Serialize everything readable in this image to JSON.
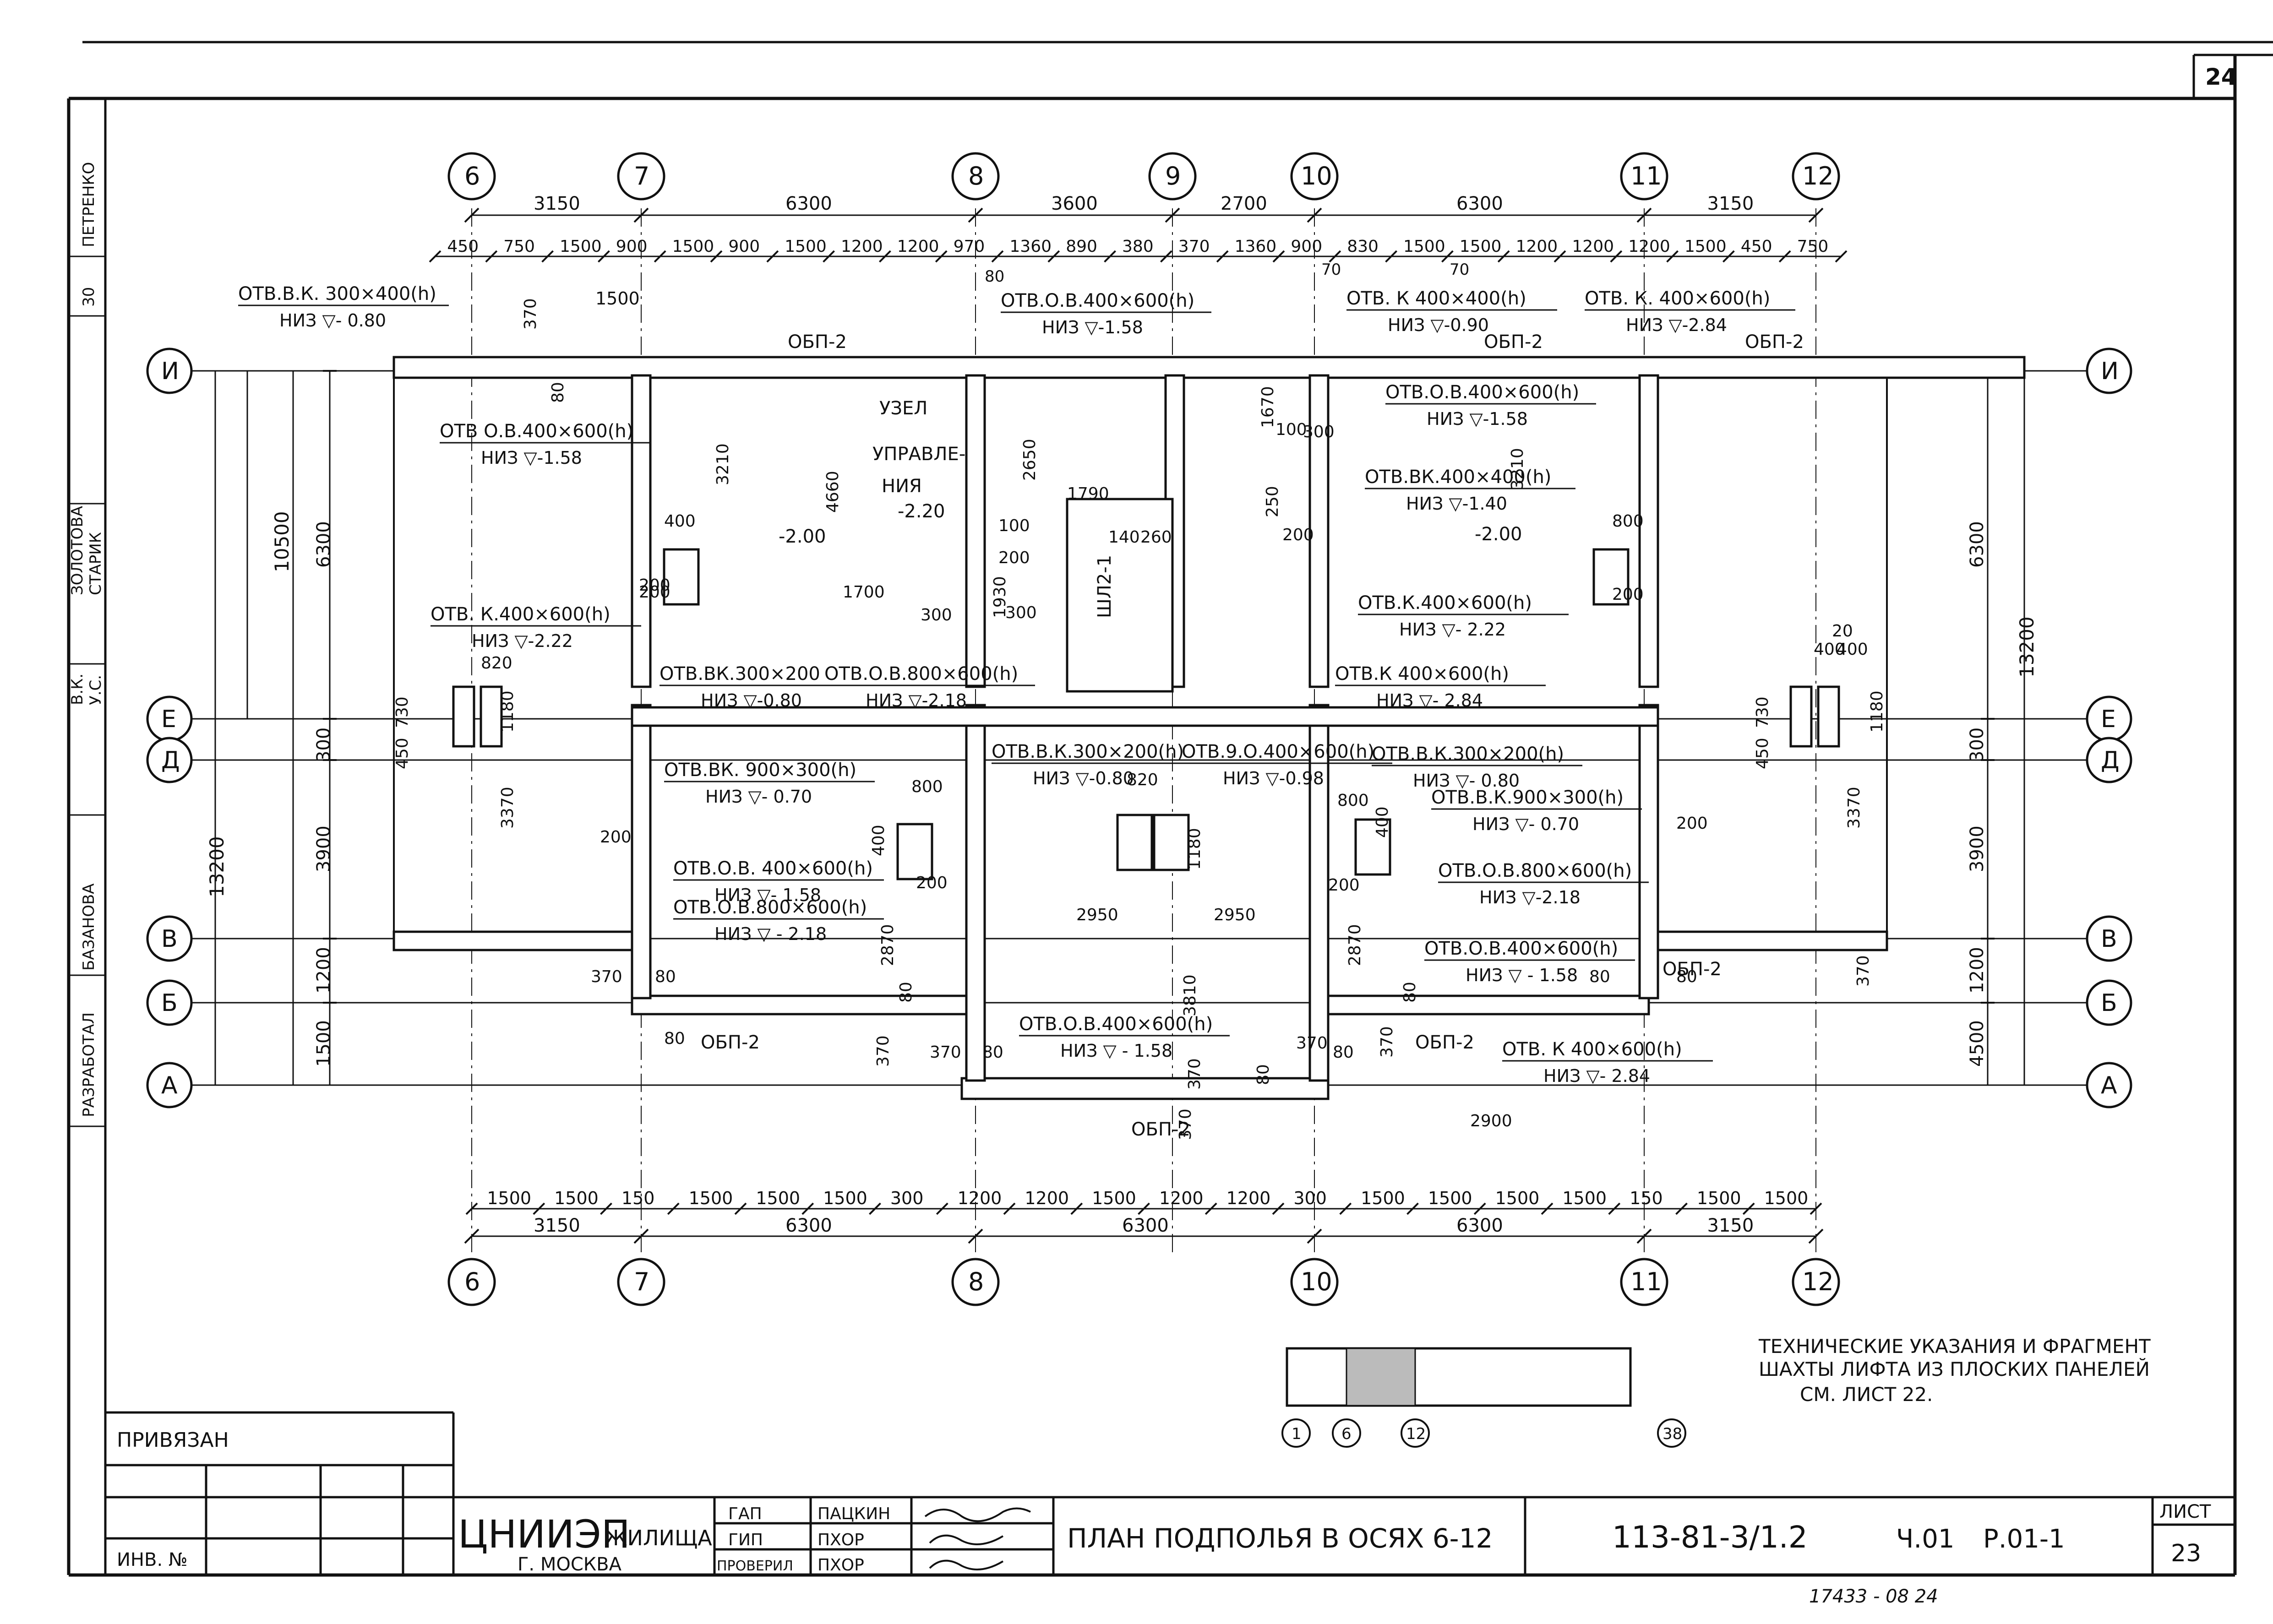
{
  "sheet_corner_number": "24",
  "axes": {
    "top": [
      "6",
      "7",
      "8",
      "9",
      "10",
      "11",
      "12"
    ],
    "bottom": [
      "6",
      "7",
      "8",
      "10",
      "11",
      "12"
    ],
    "rows_left": [
      "И",
      "Е",
      "Д",
      "В",
      "Б",
      "А"
    ],
    "rows_right": [
      "И",
      "Е",
      "Д",
      "В",
      "Б",
      "А"
    ]
  },
  "top_dims_main": [
    "3150",
    "6300",
    "3600",
    "2700",
    "6300",
    "3150"
  ],
  "top_dims_detail": [
    "450",
    "750",
    "1500",
    "900",
    "1500",
    "900",
    "1500",
    "1200",
    "1200",
    "970",
    "1360",
    "890",
    "380",
    "370",
    "1360",
    "900",
    "830",
    "1500",
    "1500",
    "1200",
    "1200",
    "1200",
    "1500",
    "450",
    "750"
  ],
  "top_dims_small": [
    "1500",
    "80",
    "70",
    "70"
  ],
  "bottom_dims_detail": [
    "1500",
    "1500",
    "150",
    "1500",
    "1500",
    "1500",
    "300",
    "1200",
    "1200",
    "1500",
    "1200",
    "1200",
    "300",
    "1500",
    "1500",
    "1500",
    "1500",
    "150",
    "1500",
    "1500"
  ],
  "bottom_dims_main": [
    "3150",
    "6300",
    "6300",
    "6300",
    "3150"
  ],
  "left_dims_outer": [
    "10500",
    "13200"
  ],
  "left_dims_inner": [
    "6300",
    "300",
    "3900",
    "1200",
    "1500"
  ],
  "right_dims_outer": [
    "13200"
  ],
  "right_dims_inner": [
    "6300",
    "300",
    "3900",
    "1200",
    "4500"
  ],
  "openings": [
    {
      "label": "ОТВ.В.К. 300×400(h)",
      "level": "НИЗ ▽- 0.80"
    },
    {
      "label": "ОТВ.О.В.400×600(h)",
      "level": "НИЗ ▽-1.58"
    },
    {
      "label": "ОТВ. К 400×400(h)",
      "level": "НИЗ ▽-0.90"
    },
    {
      "label": "ОТВ. К. 400×600(h)",
      "level": "НИЗ ▽-2.84"
    },
    {
      "label": "ОТВ О.В.400×600(h)",
      "level": "НИЗ ▽-1.58"
    },
    {
      "label": "ОТВ.О.В.400×600(h)",
      "level": "НИЗ ▽-1.58"
    },
    {
      "label": "ОТВ.ВК.400×400(h)",
      "level": "НИЗ ▽-1.40"
    },
    {
      "label": "ОТВ. К.400×600(h)",
      "level": "НИЗ ▽-2.22"
    },
    {
      "label": "ОТВ.К.400×600(h)",
      "level": "НИЗ ▽- 2.22"
    },
    {
      "label": "ОТВ.ВК.300×200",
      "level": "НИЗ ▽-0.80"
    },
    {
      "label": "ОТВ.О.В.800×600(h)",
      "level": "НИЗ ▽-2.18"
    },
    {
      "label": "ОТВ.К 400×600(h)",
      "level": "НИЗ ▽- 2.84"
    },
    {
      "label": "ОТВ.ВК. 900×300(h)",
      "level": "НИЗ ▽- 0.70"
    },
    {
      "label": "ОТВ.В.К.300×200(h)",
      "level": "НИЗ ▽-0.80"
    },
    {
      "label": "ОТВ.9.О.400×600(h)",
      "level": "НИЗ ▽-0.98"
    },
    {
      "label": "ОТВ.В.К.300×200(h)",
      "level": "НИЗ ▽- 0.80"
    },
    {
      "label": "ОТВ.В.К.900×300(h)",
      "level": "НИЗ ▽- 0.70"
    },
    {
      "label": "ОТВ.О.В.800×600(h)",
      "level": "НИЗ ▽-2.18"
    },
    {
      "label": "ОТВ.О.В. 400×600(h)",
      "level": "НИЗ ▽- 1.58"
    },
    {
      "label": "ОТВ.О.В.800×600(h)",
      "level": "НИЗ ▽ - 2.18"
    },
    {
      "label": "ОТВ.О.В.400×600(h)",
      "level": "НИЗ ▽ - 1.58"
    },
    {
      "label": "ОТВ.О.В.400×600(h)",
      "level": "НИЗ ▽ - 1.58"
    },
    {
      "label": "ОТВ. К 400×600(h)",
      "level": "НИЗ ▽- 2.84"
    }
  ],
  "room_labels": {
    "node_l1": "УЗЕЛ",
    "node_l2": "УПРАВЛЕ-",
    "node_l3": "НИЯ",
    "node_level": "-2.20",
    "level_a": "-2.00",
    "level_b": "-2.00",
    "shaft": "ШЛ2-1"
  },
  "beam_marks": [
    "ОБП-2",
    "ОБП-2",
    "ОБП-2",
    "ОБП-2",
    "ОБП-2",
    "ОБП-2",
    "ОБП-2"
  ],
  "inner_dims": [
    "370",
    "80",
    "3210",
    "4660",
    "2650",
    "1670",
    "100",
    "300",
    "3210",
    "800",
    "400",
    "1790",
    "140",
    "260",
    "250",
    "200",
    "200",
    "200",
    "200",
    "1700",
    "300",
    "100",
    "200",
    "1930",
    "300",
    "820",
    "730",
    "450",
    "1180",
    "20",
    "400",
    "400",
    "1180",
    "730",
    "450",
    "800",
    "400",
    "3370",
    "2870",
    "2950",
    "2950",
    "2870",
    "3370",
    "800",
    "400",
    "820",
    "1180",
    "200",
    "200",
    "200",
    "200",
    "3810",
    "370",
    "80",
    "80",
    "370",
    "370",
    "80",
    "370",
    "80",
    "370",
    "2900",
    "370",
    "80",
    "80",
    "370",
    "80",
    "80",
    "370",
    "80"
  ],
  "notes": {
    "tech_l1": "ТЕХНИЧЕСКИЕ УКАЗАНИЯ И ФРАГМЕНТ",
    "tech_l2": "ШАХТЫ ЛИФТА ИЗ ПЛОСКИХ ПАНЕЛЕЙ",
    "tech_l3": "СМ. ЛИСТ 22."
  },
  "keyplan_axes": [
    "1",
    "6",
    "12",
    "38"
  ],
  "titleblock": {
    "attached": "ПРИВЯЗАН",
    "inv": "ИНВ. №",
    "org": "ЦНИИЭП",
    "org_suffix": "ЖИЛИЩА",
    "city": "Г. МОСКВА",
    "roles": [
      "ГАП",
      "ГИП",
      "ПРОВЕРИЛ"
    ],
    "names": [
      "ПАЦКИН",
      "ПХОР",
      "ПХОР"
    ],
    "title": "ПЛАН ПОДПОЛЬЯ В ОСЯХ 6-12",
    "code": "113-81-3/1.2",
    "part": "Ч.01",
    "sheet_code": "Р.01-1",
    "sheet_label": "ЛИСТ",
    "sheet_no": "23",
    "bottom_note": "17433 - 08 24"
  },
  "side_stamp": [
    "ПЕТРЕНКО",
    "30",
    "ЗОЛОТОВА",
    "СТАРИК",
    "В.К.",
    "У.С.",
    "БАЗАНОВА",
    "РАЗРАБОТАЛ"
  ]
}
